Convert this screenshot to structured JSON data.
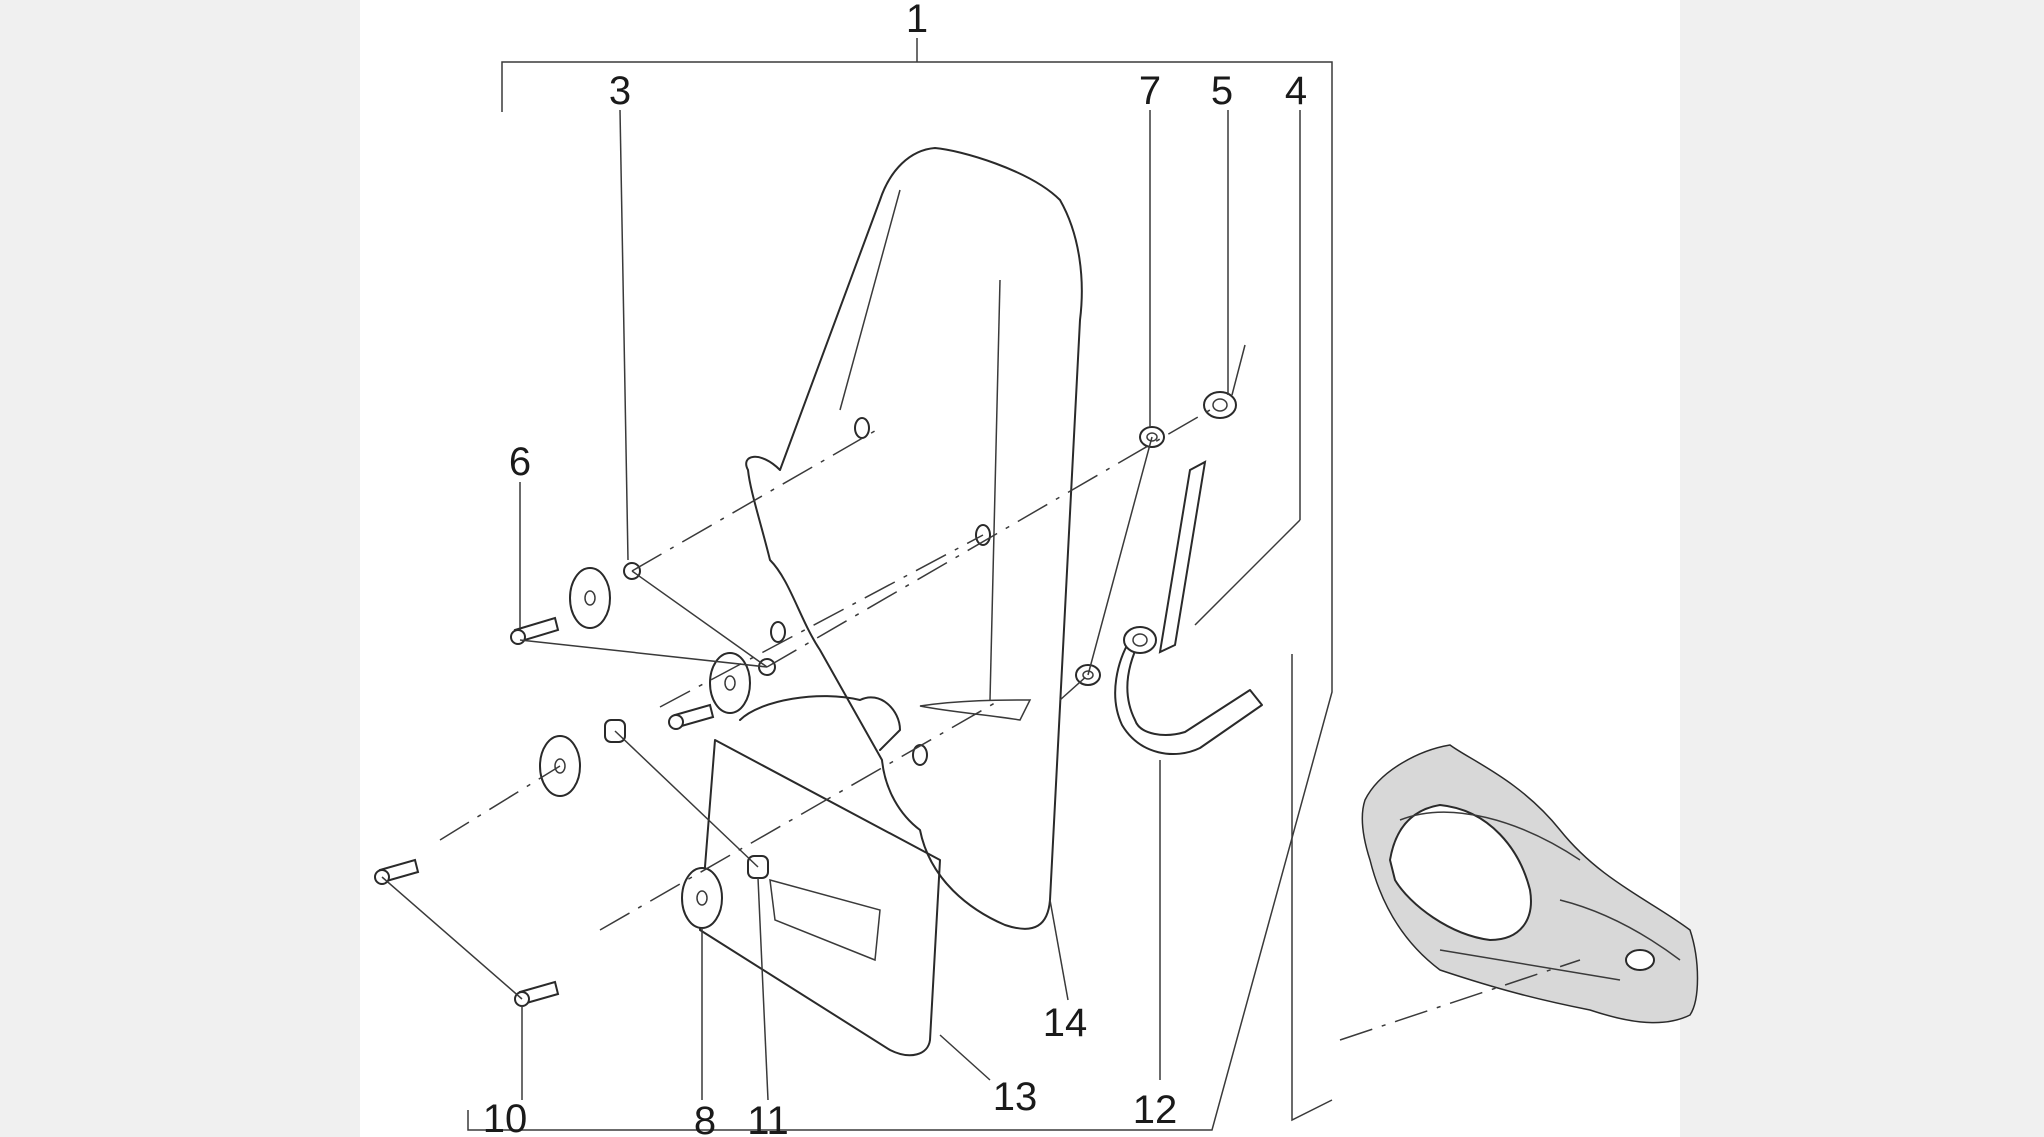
{
  "diagram": {
    "callouts": [
      {
        "id": "1",
        "text": "1"
      },
      {
        "id": "3",
        "text": "3"
      },
      {
        "id": "7",
        "text": "7"
      },
      {
        "id": "5",
        "text": "5"
      },
      {
        "id": "4",
        "text": "4"
      },
      {
        "id": "6",
        "text": "6"
      },
      {
        "id": "14",
        "text": "14"
      },
      {
        "id": "13",
        "text": "13"
      },
      {
        "id": "12",
        "text": "12"
      },
      {
        "id": "10",
        "text": "10"
      },
      {
        "id": "8",
        "text": "8"
      },
      {
        "id": "11",
        "text": "11"
      }
    ],
    "colors": {
      "background": "#f0f0f0",
      "panel": "#ffffff",
      "line": "#2a2a2a"
    }
  }
}
